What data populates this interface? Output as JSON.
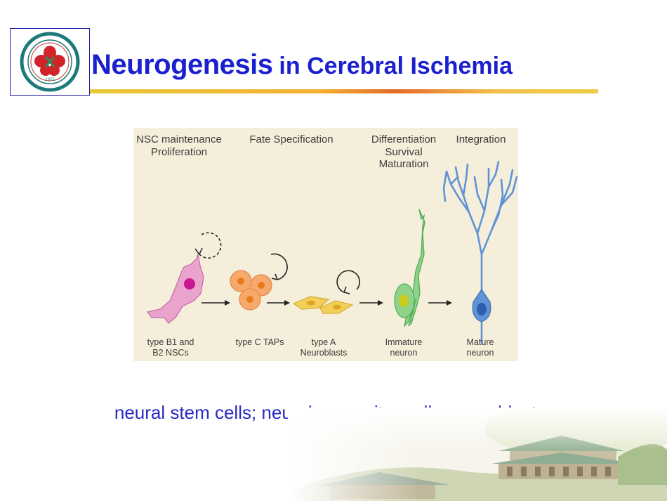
{
  "slide": {
    "title_main": "Neurogenesis",
    "title_rest": "in Cerebral Ischemia",
    "caption": "neural stem cells; neural progenitor cells; neuroblasts"
  },
  "logo": {
    "year_text": "1925"
  },
  "figure": {
    "stage_headers": [
      "NSC maintenance\nProliferation",
      "Fate Specification",
      "Differentiation\nSurvival\nMaturation",
      "Integration"
    ],
    "cell_labels": [
      "type B1 and\nB2 NSCs",
      "type C TAPs",
      "type A\nNeuroblasts",
      "Immature\nneuron",
      "Mature\nneuron"
    ],
    "colors": {
      "background": "#f5eeda",
      "nsc": "#e9a3cc",
      "tap": "#f6a96a",
      "neuroblast": "#f2cf58",
      "immature": "#8fd38b",
      "mature": "#5f93d6"
    }
  }
}
